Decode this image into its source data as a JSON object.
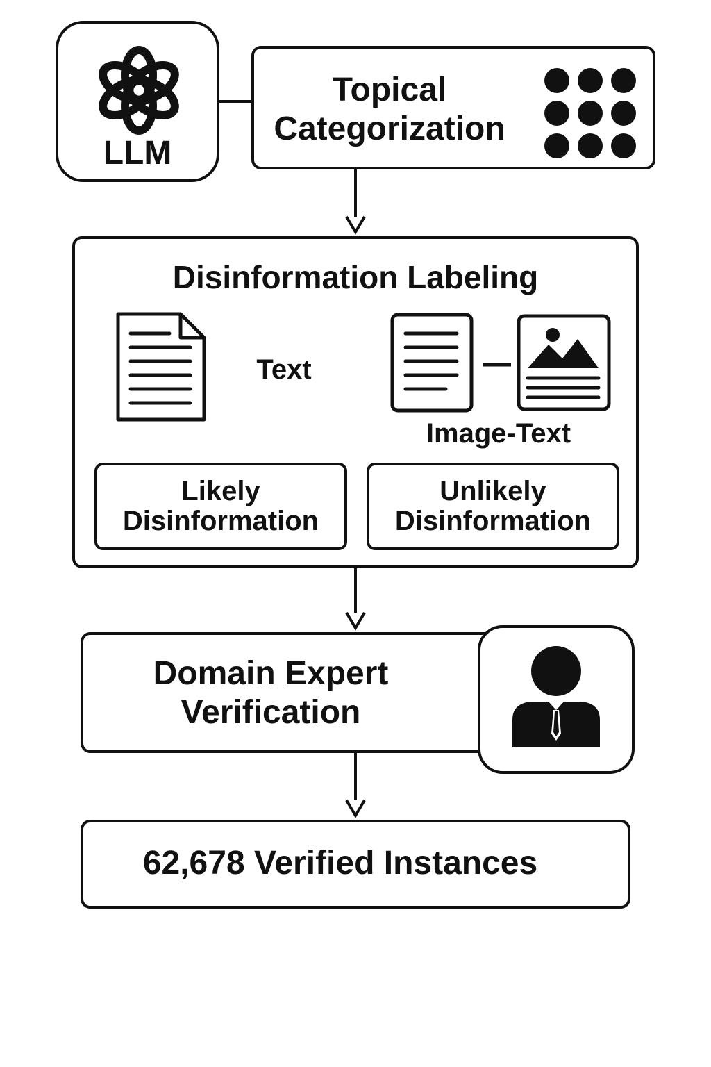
{
  "llm": {
    "label": "LLM",
    "icon": "openai-knot-logo-icon"
  },
  "topical": {
    "title": "Topical\nCategorization",
    "icon": "dot-grid-icon"
  },
  "labeling": {
    "title": "Disinformation Labeling",
    "text_modality": "Text",
    "image_text_modality": "Image-Text",
    "icons": [
      "document-icon",
      "document-icon",
      "image-card-icon"
    ],
    "likely": "Likely\nDisinformation",
    "unlikely": "Unlikely\nDisinformation"
  },
  "verification": {
    "title": "Domain Expert\nVerification",
    "icon": "expert-person-icon"
  },
  "result": {
    "title": "62,678 Verified Instances"
  },
  "colors": {
    "stroke": "#111111",
    "background": "#ffffff"
  }
}
